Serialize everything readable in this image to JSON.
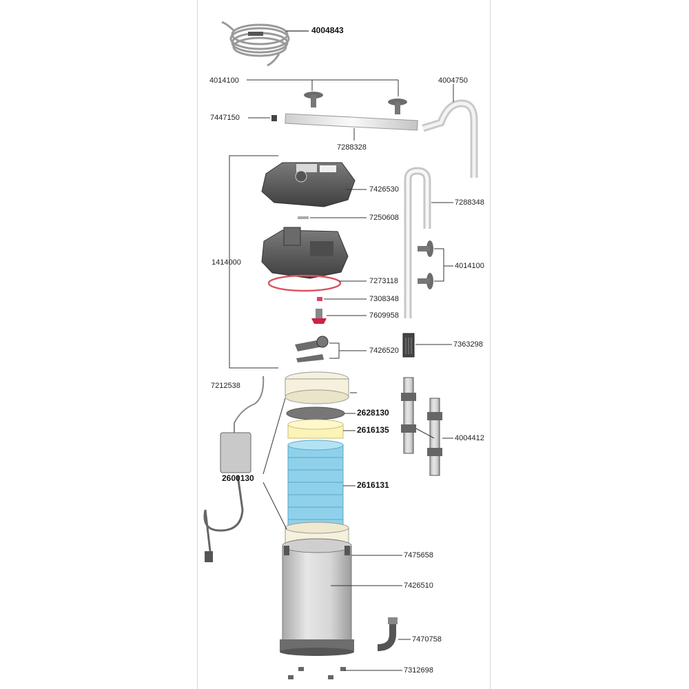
{
  "part_numbers": {
    "hose": "4004843",
    "suction_cups_top": "4014100",
    "outlet_pipe": "4004750",
    "end_cap": "7447150",
    "spray_bar": "7288328",
    "pump_head_cover": "7426530",
    "pump_head_assembly": "1414000",
    "shaft": "7250608",
    "sealing_ring": "7273118",
    "bearing": "7308348",
    "impeller": "7609958",
    "lever_set": "7426520",
    "intake_pipe": "7288348",
    "suction_cups_side": "4014100",
    "intake_strainer": "7363298",
    "power_supply": "7212538",
    "filter_pad_fine": "2628130",
    "filter_pad_white": "2616135",
    "filter_pads_blue": "2616131",
    "media_baskets": "2600130",
    "double_taps": "4004412",
    "clips": "7475658",
    "canister": "7426510",
    "connector_elbow": "7470758",
    "feet": "7312698"
  },
  "colors": {
    "sealing_ring": "#d9535f",
    "blue_pads": "#8fd1ea",
    "white_pad": "#fbf3b7",
    "basket": "#f6f1dc",
    "canister": "#d7d7d7",
    "housing": "#5c5c5c"
  }
}
